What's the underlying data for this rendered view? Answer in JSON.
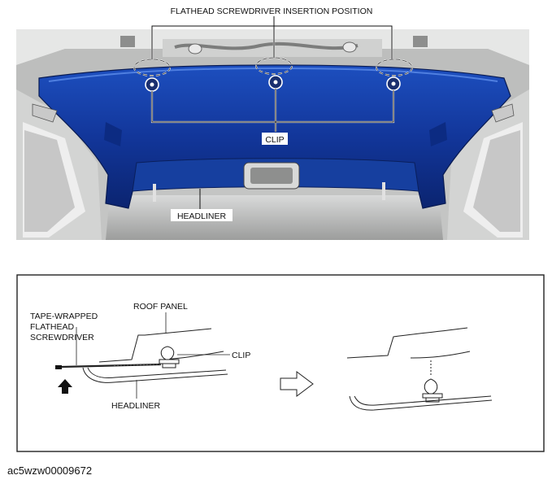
{
  "top_figure": {
    "insertion_label": "FLATHEAD SCREWDRIVER INSERTION POSITION",
    "clip_label": "CLIP",
    "headliner_label": "HEADLINER"
  },
  "bottom_figure": {
    "roof_panel_label": "ROOF PANEL",
    "tool_label_lines": [
      "TAPE-WRAPPED",
      "FLATHEAD",
      "SCREWDRIVER"
    ],
    "clip_label": "CLIP",
    "headliner_label": "HEADLINER"
  },
  "figure_id": "ac5wzw00009672",
  "colors": {
    "headliner_blue": "#1d47a8",
    "headliner_dark": "#0a1f5c",
    "cabin_gray": "#a9aaa8"
  }
}
